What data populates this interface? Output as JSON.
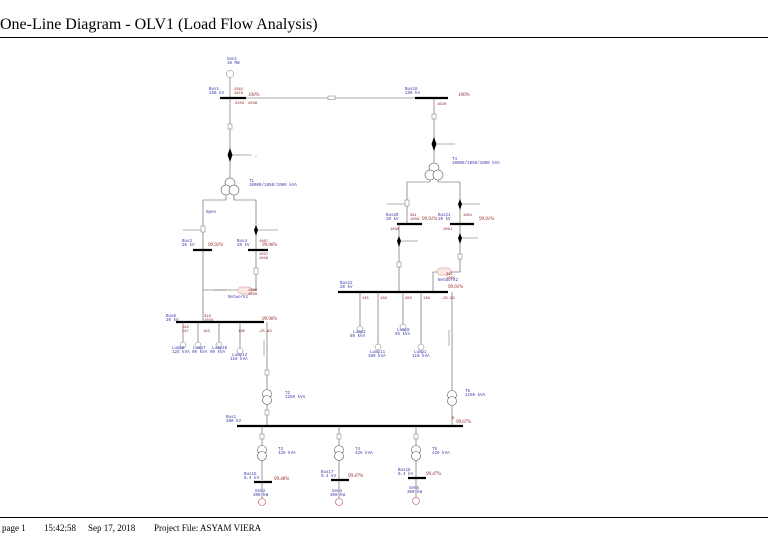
{
  "header": {
    "title": "One-Line Diagram  -  OLV1 (Load Flow Analysis)"
  },
  "footer": {
    "page": "page 1",
    "time": "15:42:58",
    "date": "Sep 17, 2018",
    "project": "Project File:  ASYAM VIERA"
  },
  "diagram": {
    "grid": {
      "name": "Gen1",
      "kv": "10 MW"
    },
    "bus_top_left": {
      "name": "Bus1",
      "kv": "150 kV",
      "flow1": "2362",
      "flow2": "1076",
      "flow3": "2250",
      "flow4": "2038",
      "pct": "100%"
    },
    "bus_top_right": {
      "name": "Bus16",
      "kv": "150 kV",
      "flow1": "1620",
      "pct": "100%"
    },
    "t1": {
      "name": "T1",
      "rating": "10000/1050/1000 kVA"
    },
    "t4": {
      "name": "T4",
      "rating": "10000/1050/1000 kVA"
    },
    "open_label": "Open",
    "bus2": {
      "name": "Bus3",
      "kv": "20 kV",
      "pct": "99.92%"
    },
    "bus3": {
      "name": "Bus4",
      "kv": "20 kV",
      "flow1": "1087",
      "flow2": "1037",
      "flow3": "1039",
      "pct": "99.96%"
    },
    "bus20": {
      "name": "Bus20",
      "kv": "20 kV",
      "flow1": "391",
      "flow2": "1038",
      "flow3": "1038",
      "pct": "99.91%"
    },
    "bus21": {
      "name": "Bus21",
      "kv": "20 kV",
      "flow1": "1081",
      "flow2": "1081",
      "pct": "99.91%"
    },
    "network1": {
      "name": "Network1",
      "flow1": "1089",
      "flow2": "1039"
    },
    "network2": {
      "name": "Network2",
      "flow1": "391",
      "flow2": "1081"
    },
    "bus22": {
      "name": "Bus22",
      "kv": "20 kV",
      "pct": "99.91%",
      "flows": [
        "145",
        "139",
        "283",
        "138",
        "-25.93"
      ]
    },
    "bus6": {
      "name": "Bus6",
      "kv": "20 kV",
      "flow1": "319",
      "flow2": "1039",
      "pct": "99.96%",
      "flows": [
        "192",
        "187",
        "183",
        "138",
        "-25.93"
      ]
    },
    "loads_left": [
      {
        "name": "Lump8",
        "rating": "125 kVA"
      },
      {
        "name": "Lump7",
        "rating": "90 kVA"
      },
      {
        "name": "Lump10",
        "rating": "90 kVA"
      },
      {
        "name": "Lump12",
        "rating": "110 kVA"
      }
    ],
    "loads_right": [
      {
        "name": "Lump3",
        "rating": "80 kVA"
      },
      {
        "name": "Lump9",
        "rating": "95 kVA"
      },
      {
        "name": "Lump11",
        "rating": "100 kVA"
      },
      {
        "name": "Lump1",
        "rating": "110 kVA"
      }
    ],
    "t2": {
      "name": "T2",
      "rating": "1250 kVA"
    },
    "t6": {
      "name": "T6",
      "rating": "1250 kVA"
    },
    "bus1_low": {
      "name": "Bus1",
      "kv": "380 kV",
      "pct": "99.67%",
      "flow1": "0"
    },
    "t3": {
      "name": "T3",
      "rating": "429 kVA"
    },
    "t4b": {
      "name": "T4",
      "rating": "429 kVA"
    },
    "t5": {
      "name": "T5",
      "rating": "429 kVA"
    },
    "bus15": {
      "name": "Bus15",
      "kv": "0.4 kV",
      "pct": "99.48%"
    },
    "bus17": {
      "name": "Bus17",
      "kv": "0.4 kV",
      "pct": "99.47%"
    },
    "bus18": {
      "name": "Bus18",
      "kv": "0.4 kV",
      "pct": "99.47%"
    },
    "load_a": {
      "name": "Gen3",
      "rating": "300 kW"
    },
    "load_b": {
      "name": "Gen4",
      "rating": "300 kW"
    },
    "load_c": {
      "name": "Gen5",
      "rating": "300 kW"
    }
  }
}
